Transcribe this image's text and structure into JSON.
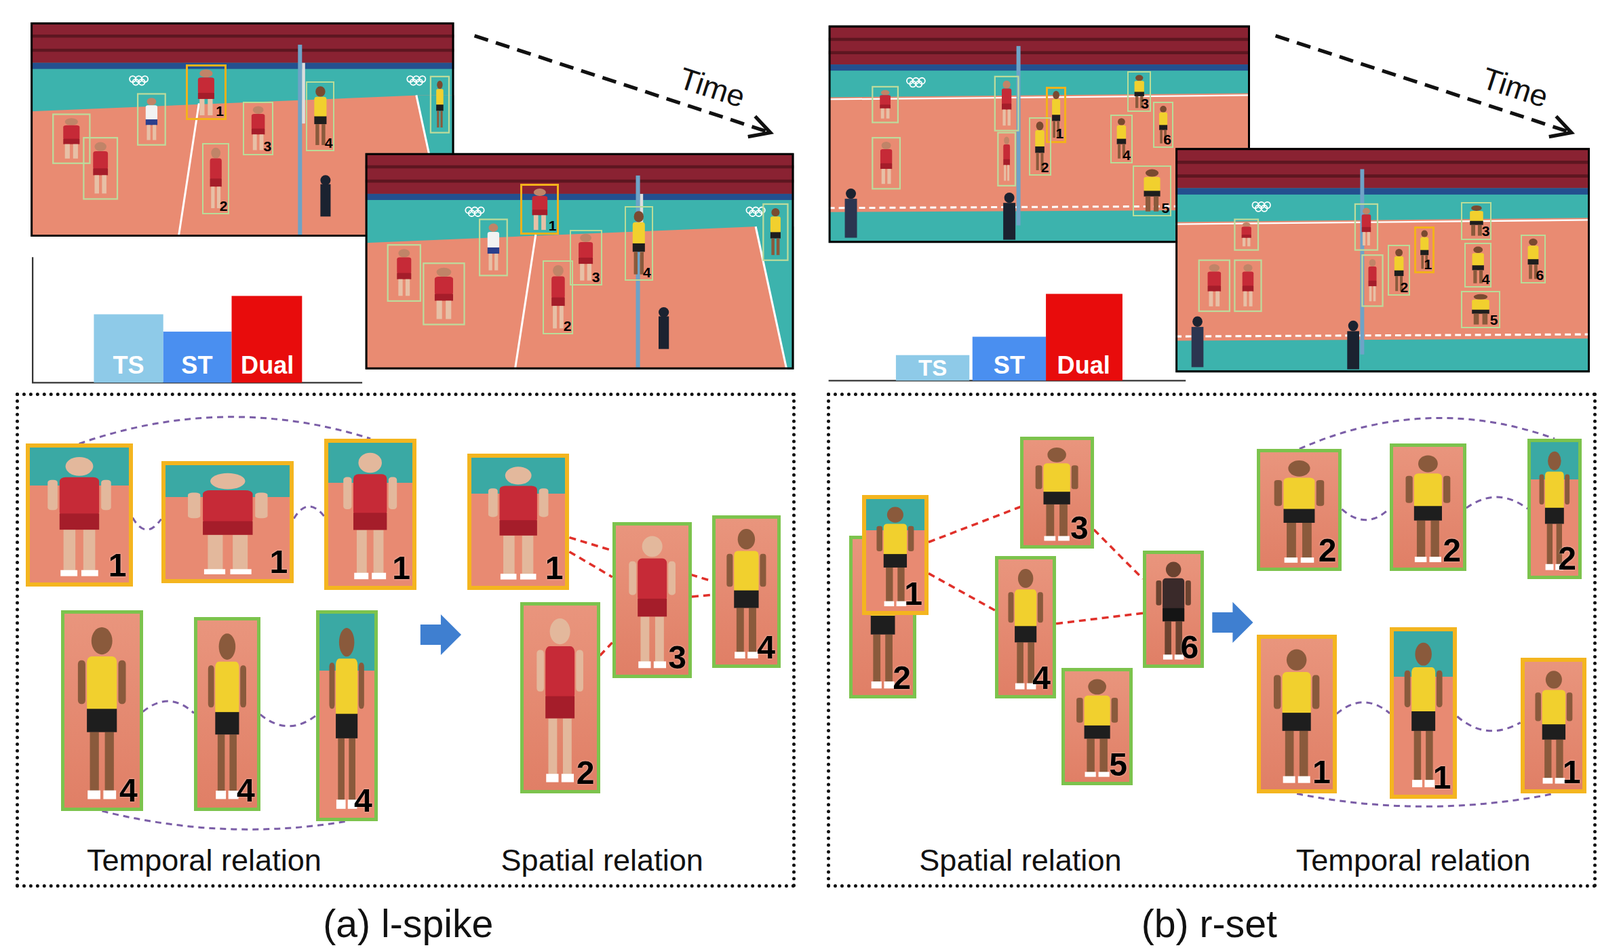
{
  "diagram": {
    "nodes": [
      {
        "text": [
          "1"
        ]
      },
      {
        "text": [
          "2"
        ]
      },
      {
        "text": [
          "3"
        ]
      },
      {
        "text": [
          "4"
        ]
      },
      {
        "text": [
          "1"
        ]
      },
      {
        "text": [
          "2"
        ]
      },
      {
        "text": [
          "3"
        ]
      },
      {
        "text": [
          "4"
        ]
      },
      {
        "text": [
          "1"
        ]
      },
      {
        "text": [
          "2"
        ]
      },
      {
        "text": [
          "3"
        ]
      },
      {
        "text": [
          "4"
        ]
      },
      {
        "text": [
          "5"
        ]
      },
      {
        "text": [
          "6"
        ]
      },
      {
        "text": [
          "1"
        ]
      },
      {
        "text": [
          "2"
        ]
      },
      {
        "text": [
          "3"
        ]
      },
      {
        "text": [
          "4"
        ]
      },
      {
        "text": [
          "5"
        ]
      },
      {
        "text": [
          "6"
        ]
      },
      {
        "text": [
          "Temporal relation",
          "Spatial relation"
        ]
      },
      {
        "text": [
          "1"
        ],
        "in": 20
      },
      {
        "text": [
          "1"
        ],
        "in": 20
      },
      {
        "text": [
          "1"
        ],
        "in": 20
      },
      {
        "text": [
          "4"
        ],
        "in": 20
      },
      {
        "text": [
          "4"
        ],
        "in": 20
      },
      {
        "text": [
          "4"
        ],
        "in": 20
      },
      {
        "text": [
          "1"
        ],
        "in": 20
      },
      {
        "text": [
          "2"
        ],
        "in": 20
      },
      {
        "text": [
          "3"
        ],
        "in": 20
      },
      {
        "text": [
          "4"
        ],
        "in": 20
      },
      {
        "text": [
          "Spatial relation",
          "Temporal relation"
        ]
      },
      {
        "text": [
          "1"
        ],
        "in": 31
      },
      {
        "text": [
          "2"
        ],
        "in": 31
      },
      {
        "text": [
          "3"
        ],
        "in": 31
      },
      {
        "text": [
          "4"
        ],
        "in": 31
      },
      {
        "text": [
          "5"
        ],
        "in": 31
      },
      {
        "text": [
          "6"
        ],
        "in": 31
      },
      {
        "text": [
          "2"
        ],
        "in": 31
      },
      {
        "text": [
          "2"
        ],
        "in": 31
      },
      {
        "text": [
          "2"
        ],
        "in": 31
      },
      {
        "text": [
          "1"
        ],
        "in": 31
      },
      {
        "text": [
          "1"
        ],
        "in": 31
      },
      {
        "text": [
          "1"
        ],
        "in": 31
      }
    ],
    "edges": [
      {
        "from": 21,
        "to": 22,
        "arrow": "none"
      },
      {
        "from": 22,
        "to": 23,
        "arrow": "none"
      },
      {
        "from": 21,
        "to": 23,
        "arrow": "none"
      },
      {
        "from": 24,
        "to": 25,
        "arrow": "none"
      },
      {
        "from": 25,
        "to": 26,
        "arrow": "none"
      },
      {
        "from": 24,
        "to": 26,
        "arrow": "none"
      },
      {
        "from": 27,
        "to": 29,
        "arrow": "none"
      },
      {
        "from": 28,
        "to": 29,
        "arrow": "none"
      },
      {
        "from": 29,
        "to": 30,
        "arrow": "none"
      },
      {
        "from": 27,
        "to": 30,
        "arrow": "none"
      },
      {
        "from": 32,
        "to": 34,
        "arrow": "none"
      },
      {
        "from": 32,
        "to": 35,
        "arrow": "none"
      },
      {
        "from": 34,
        "to": 37,
        "arrow": "none"
      },
      {
        "from": 35,
        "to": 37,
        "arrow": "none"
      },
      {
        "from": 38,
        "to": 39,
        "arrow": "none"
      },
      {
        "from": 39,
        "to": 40,
        "arrow": "none"
      },
      {
        "from": 38,
        "to": 40,
        "arrow": "none"
      },
      {
        "from": 41,
        "to": 42,
        "arrow": "none"
      },
      {
        "from": 42,
        "to": 43,
        "arrow": "none"
      },
      {
        "from": 41,
        "to": 43,
        "arrow": "none"
      }
    ],
    "labels": [
      "Time",
      "TS",
      "ST",
      "Dual",
      "Time",
      "TS",
      "ST",
      "Dual",
      "(a) l-spike",
      "(b) r-set"
    ]
  }
}
